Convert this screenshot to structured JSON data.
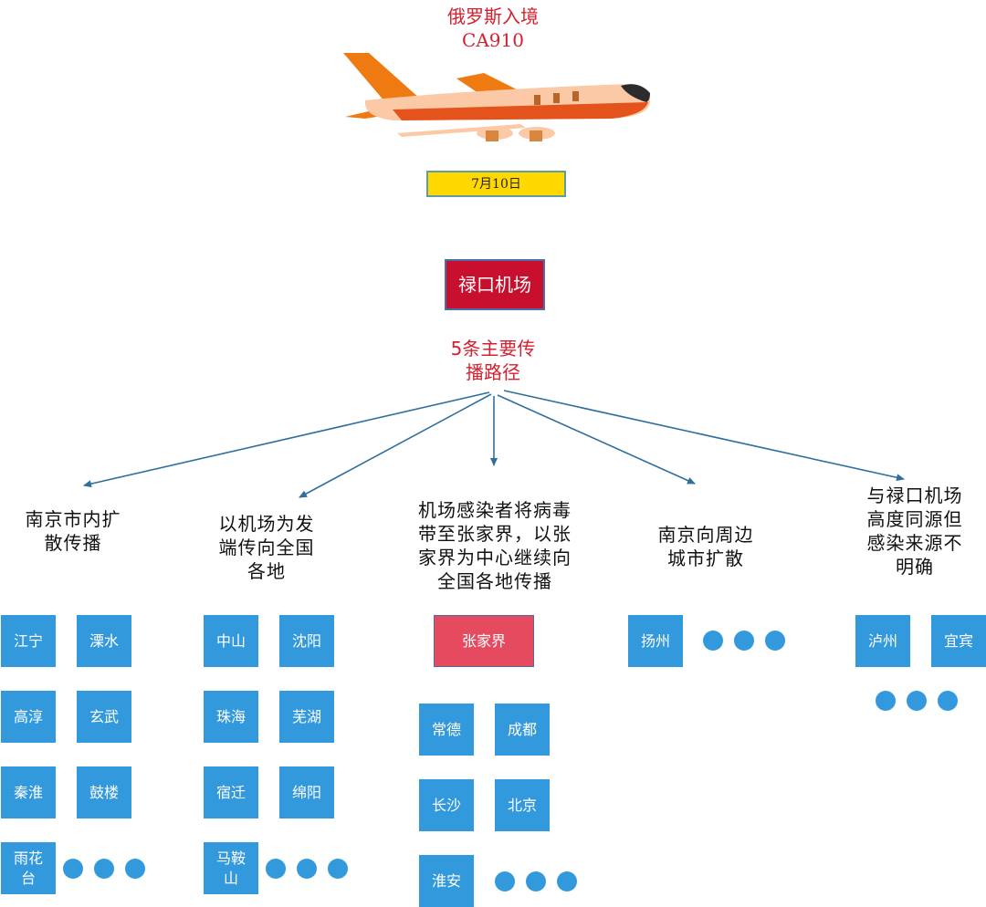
{
  "header": {
    "title_line1": "俄罗斯入境",
    "title_line2": "CA910",
    "plane_icon": "airplane-icon",
    "date": "7月10日"
  },
  "airport": "禄口机场",
  "routes_title": {
    "line1": "5条主要传",
    "line2": "播路径"
  },
  "colors": {
    "title_red": "#d6202f",
    "airport_red": "#c8102e",
    "city_blue": "#3399dd",
    "hub_pink": "#e64a5e",
    "date_yellow": "#ffd800",
    "arrow": "#2e6f9e"
  },
  "routes": [
    {
      "label": [
        "南京市内扩",
        "散传播"
      ],
      "cities": [
        "江宁",
        "溧水",
        "高淳",
        "玄武",
        "秦淮",
        "鼓楼",
        "雨花台"
      ],
      "more": "…"
    },
    {
      "label": [
        "以机场为发",
        "端传向全国",
        "各地"
      ],
      "cities": [
        "中山",
        "沈阳",
        "珠海",
        "芜湖",
        "宿迁",
        "绵阳",
        "马鞍山"
      ],
      "more": "…"
    },
    {
      "label": [
        "机场感染者将病毒",
        "带至张家界，以张",
        "家界为中心继续向",
        "全国各地传播"
      ],
      "hub": "张家界",
      "cities": [
        "常德",
        "成都",
        "长沙",
        "北京",
        "淮安"
      ],
      "more": "…"
    },
    {
      "label": [
        "南京向周边",
        "城市扩散"
      ],
      "cities": [
        "扬州"
      ],
      "more": "…"
    },
    {
      "label": [
        "与禄口机场",
        "高度同源但",
        "感染来源不",
        "明确"
      ],
      "cities": [
        "泸州",
        "宜宾"
      ],
      "more": "…"
    }
  ]
}
